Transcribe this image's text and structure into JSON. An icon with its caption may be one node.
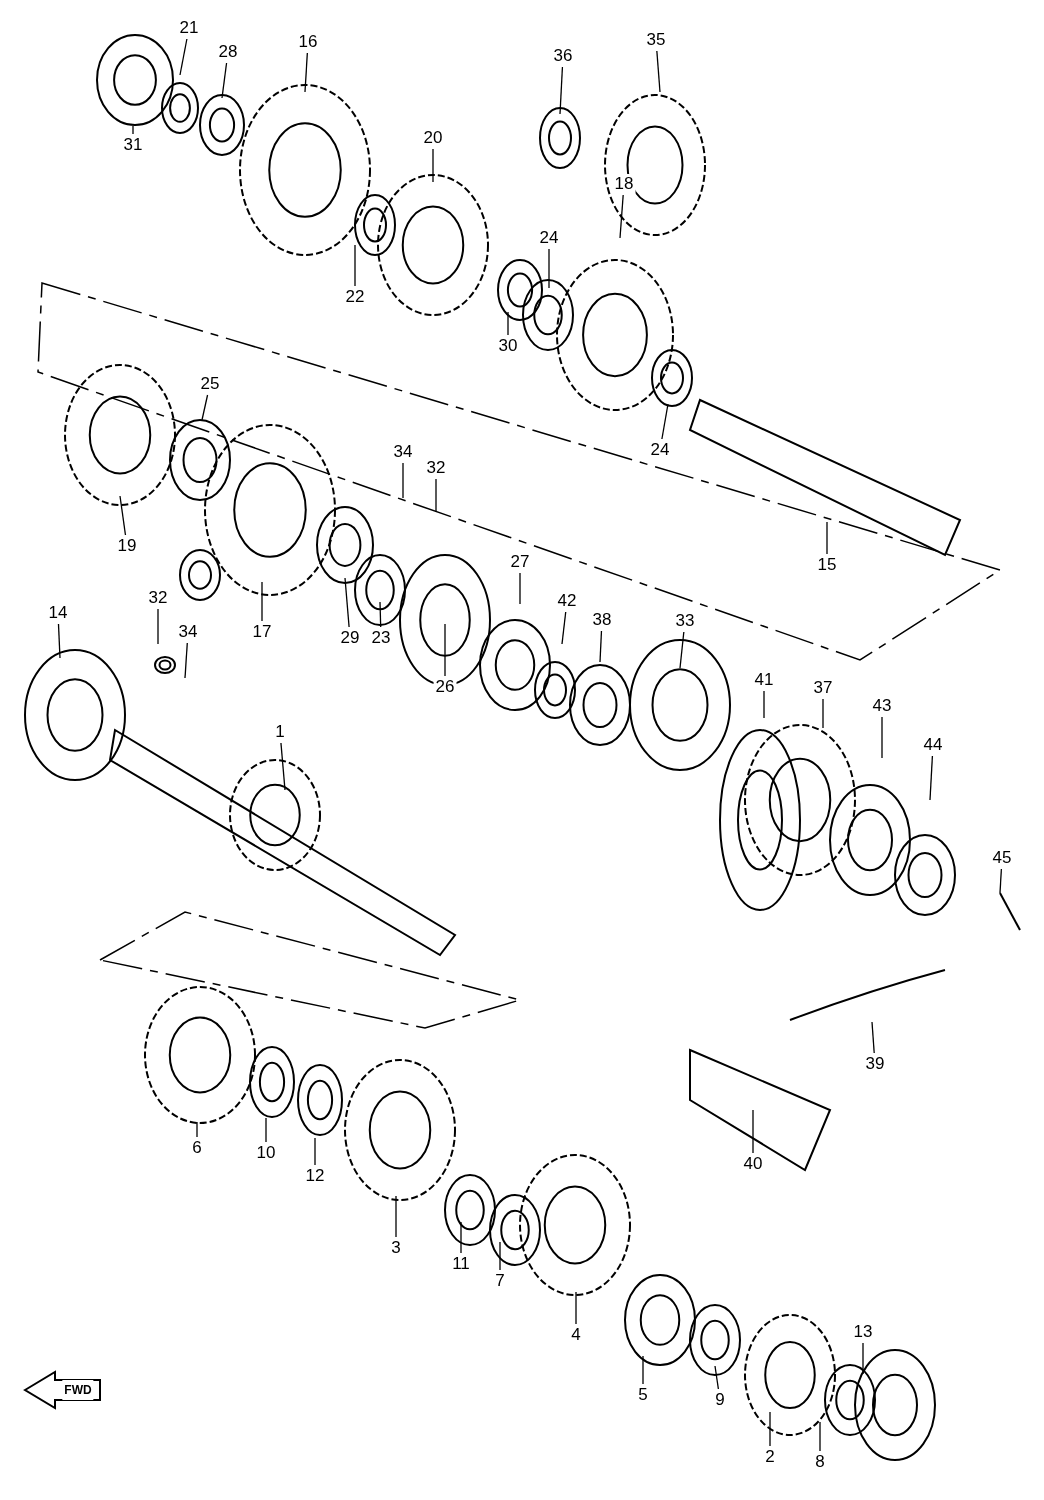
{
  "diagram": {
    "nodes": [
      {
        "text": [
          "21"
        ]
      },
      {
        "text": [
          "28"
        ]
      },
      {
        "text": [
          "16"
        ]
      },
      {
        "text": [
          "36"
        ]
      },
      {
        "text": [
          "35"
        ]
      },
      {
        "text": [
          "20"
        ]
      },
      {
        "text": [
          "31"
        ]
      },
      {
        "text": [
          "24"
        ]
      },
      {
        "text": [
          "18"
        ]
      },
      {
        "text": [
          "22"
        ]
      },
      {
        "text": [
          "30"
        ]
      },
      {
        "text": [
          "25"
        ]
      },
      {
        "text": [
          "24"
        ]
      },
      {
        "text": [
          "34"
        ]
      },
      {
        "text": [
          "32"
        ]
      },
      {
        "text": [
          "19"
        ]
      },
      {
        "text": [
          "15"
        ]
      },
      {
        "text": [
          "27"
        ]
      },
      {
        "text": [
          "42"
        ]
      },
      {
        "text": [
          "38"
        ]
      },
      {
        "text": [
          "33"
        ]
      },
      {
        "text": [
          "14"
        ]
      },
      {
        "text": [
          "32"
        ]
      },
      {
        "text": [
          "17"
        ]
      },
      {
        "text": [
          "29"
        ]
      },
      {
        "text": [
          "23"
        ]
      },
      {
        "text": [
          "34"
        ]
      },
      {
        "text": [
          "26"
        ]
      },
      {
        "text": [
          "41"
        ]
      },
      {
        "text": [
          "37"
        ]
      },
      {
        "text": [
          "43"
        ]
      },
      {
        "text": [
          "1"
        ]
      },
      {
        "text": [
          "44"
        ]
      },
      {
        "text": [
          "45"
        ]
      },
      {
        "text": [
          "39"
        ]
      },
      {
        "text": [
          "6"
        ]
      },
      {
        "text": [
          "10"
        ]
      },
      {
        "text": [
          "12"
        ]
      },
      {
        "text": [
          "40"
        ]
      },
      {
        "text": [
          "3"
        ]
      },
      {
        "text": [
          "11"
        ]
      },
      {
        "text": [
          "7"
        ]
      },
      {
        "text": [
          "4"
        ]
      },
      {
        "text": [
          "13"
        ]
      },
      {
        "text": [
          "5"
        ]
      },
      {
        "text": [
          "9"
        ]
      },
      {
        "text": [
          "2"
        ]
      },
      {
        "text": [
          "8"
        ]
      }
    ],
    "edges": [
      {
        "from": 0,
        "to": null,
        "arrow": "none"
      },
      {
        "from": 1,
        "to": null,
        "arrow": "none"
      },
      {
        "from": 2,
        "to": null,
        "arrow": "none"
      },
      {
        "from": 3,
        "to": null,
        "arrow": "none"
      },
      {
        "from": 4,
        "to": null,
        "arrow": "none"
      },
      {
        "from": 5,
        "to": null,
        "arrow": "none"
      },
      {
        "from": 6,
        "to": null,
        "arrow": "none"
      },
      {
        "from": 7,
        "to": null,
        "arrow": "none"
      },
      {
        "from": 8,
        "to": null,
        "arrow": "none"
      },
      {
        "from": 9,
        "to": null,
        "arrow": "none"
      },
      {
        "from": 10,
        "to": null,
        "arrow": "none"
      },
      {
        "from": 11,
        "to": null,
        "arrow": "none"
      },
      {
        "from": 12,
        "to": null,
        "arrow": "none"
      },
      {
        "from": 13,
        "to": null,
        "arrow": "none"
      },
      {
        "from": 14,
        "to": null,
        "arrow": "none"
      },
      {
        "from": 15,
        "to": null,
        "arrow": "none"
      },
      {
        "from": 16,
        "to": null,
        "arrow": "none"
      },
      {
        "from": 17,
        "to": null,
        "arrow": "none"
      },
      {
        "from": 18,
        "to": null,
        "arrow": "none"
      },
      {
        "from": 19,
        "to": null,
        "arrow": "none"
      },
      {
        "from": 20,
        "to": null,
        "arrow": "none"
      },
      {
        "from": 21,
        "to": null,
        "arrow": "none"
      },
      {
        "from": 22,
        "to": null,
        "arrow": "none"
      },
      {
        "from": 23,
        "to": null,
        "arrow": "none"
      },
      {
        "from": 24,
        "to": null,
        "arrow": "none"
      },
      {
        "from": 25,
        "to": null,
        "arrow": "none"
      },
      {
        "from": 26,
        "to": null,
        "arrow": "none"
      },
      {
        "from": 27,
        "to": null,
        "arrow": "none"
      },
      {
        "from": 28,
        "to": null,
        "arrow": "none"
      },
      {
        "from": 29,
        "to": null,
        "arrow": "none"
      },
      {
        "from": 30,
        "to": null,
        "arrow": "none"
      },
      {
        "from": 31,
        "to": null,
        "arrow": "none"
      },
      {
        "from": 32,
        "to": null,
        "arrow": "none"
      },
      {
        "from": 33,
        "to": null,
        "arrow": "none"
      },
      {
        "from": 34,
        "to": null,
        "arrow": "none"
      },
      {
        "from": 35,
        "to": null,
        "arrow": "none"
      },
      {
        "from": 36,
        "to": null,
        "arrow": "none"
      },
      {
        "from": 37,
        "to": null,
        "arrow": "none"
      },
      {
        "from": 38,
        "to": null,
        "arrow": "none"
      },
      {
        "from": 39,
        "to": null,
        "arrow": "none"
      },
      {
        "from": 40,
        "to": null,
        "arrow": "none"
      },
      {
        "from": 41,
        "to": null,
        "arrow": "none"
      },
      {
        "from": 42,
        "to": null,
        "arrow": "none"
      },
      {
        "from": 43,
        "to": null,
        "arrow": "none"
      },
      {
        "from": 44,
        "to": null,
        "arrow": "none"
      },
      {
        "from": 45,
        "to": null,
        "arrow": "none"
      },
      {
        "from": 46,
        "to": null,
        "arrow": "none"
      },
      {
        "from": 47,
        "to": null,
        "arrow": "none"
      }
    ],
    "labels": [
      "FWD"
    ]
  }
}
